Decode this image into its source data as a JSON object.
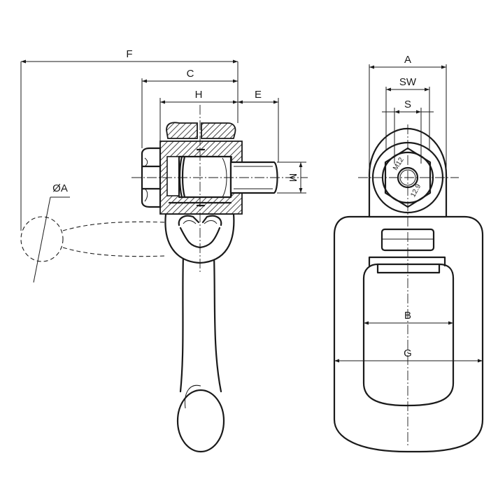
{
  "drawing": {
    "dimensions": {
      "F": "F",
      "C": "C",
      "H": "H",
      "E": "E",
      "M": "M",
      "phiA": "ØA",
      "A": "A",
      "SW": "SW",
      "S": "S",
      "B": "B",
      "G": "G"
    },
    "bolt_marking": {
      "thread": "M12",
      "grade": "12.9"
    }
  }
}
